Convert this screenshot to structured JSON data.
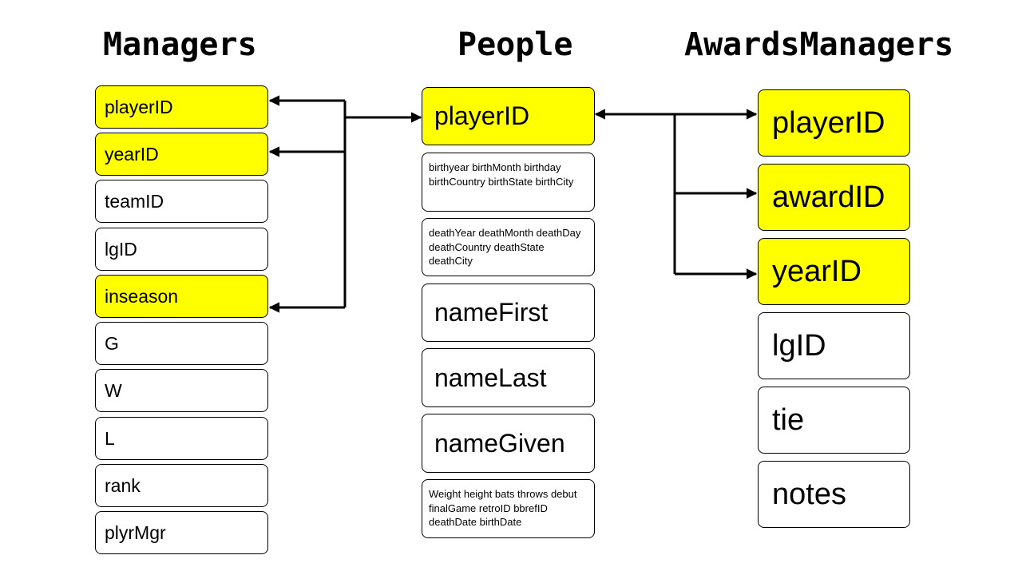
{
  "tables": {
    "managers": {
      "title": "Managers",
      "fields": [
        "playerID",
        "yearID",
        "teamID",
        "lgID",
        "inseason",
        "G",
        "W",
        "L",
        "rank",
        "plyrMgr"
      ]
    },
    "people": {
      "title": "People",
      "key_field": "playerID",
      "birth_group": "birthyear birthMonth  birthday birthCountry  birthState birthCity",
      "death_group": "deathYear deathMonth deathDay deathCountry deathState deathCity",
      "name_first": "nameFirst",
      "name_last": "nameLast",
      "name_given": "nameGiven",
      "misc_group": "Weight height bats throws debut finalGame retroID bbrefID deathDate birthDate"
    },
    "awards_managers": {
      "title": "AwardsManagers",
      "fields": [
        "playerID",
        "awardID",
        "yearID",
        "lgID",
        "tie",
        "notes"
      ]
    }
  },
  "colors": {
    "key_highlight": "#ffff00",
    "border": "#000000",
    "arrow": "#000000"
  }
}
